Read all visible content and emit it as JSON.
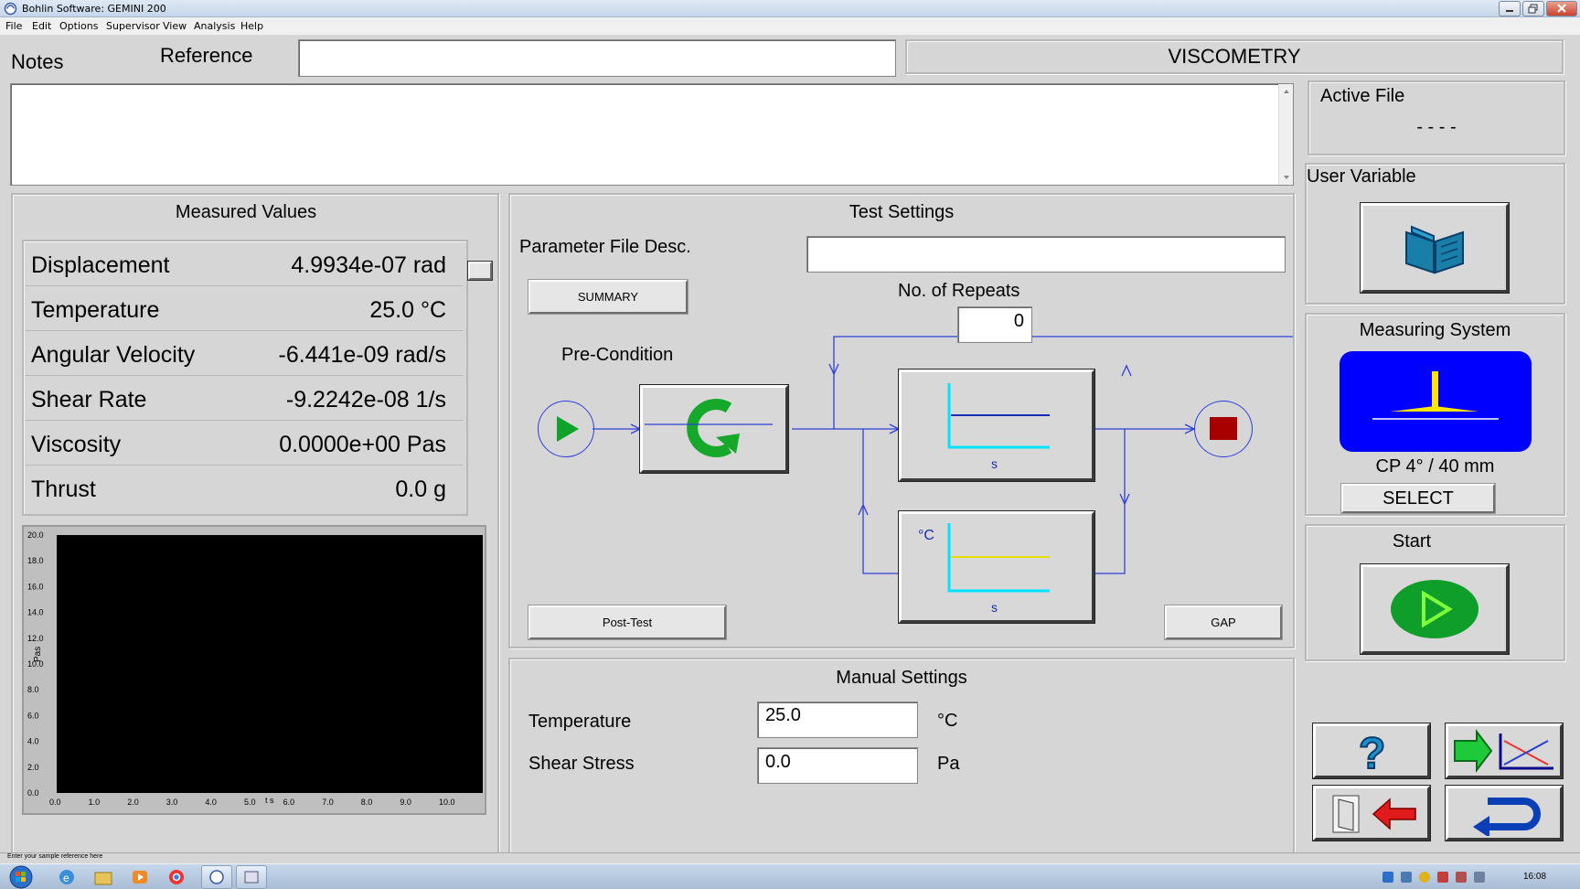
{
  "window": {
    "title": "Bohlin Software: GEMINI 200"
  },
  "menu": [
    "File",
    "Edit",
    "Options",
    "Supervisor",
    "View",
    "Analysis",
    "Help"
  ],
  "header": {
    "notes_label": "Notes",
    "reference_label": "Reference",
    "reference_value": "",
    "mode": "VISCOMETRY",
    "notes_value": ""
  },
  "measured_values": {
    "title": "Measured Values",
    "rows": [
      {
        "name": "Displacement",
        "value": "4.9934e-07 rad"
      },
      {
        "name": "Temperature",
        "value": "25.0 °C"
      },
      {
        "name": "Angular Velocity",
        "value": "-6.441e-09 rad/s"
      },
      {
        "name": "Shear Rate",
        "value": "-9.2242e-08 1/s"
      },
      {
        "name": "Viscosity",
        "value": "0.0000e+00 Pas"
      },
      {
        "name": "Thrust",
        "value": "0.0 g"
      }
    ]
  },
  "mini_chart": {
    "y_ticks": [
      "20.0",
      "18.0",
      "16.0",
      "14.0",
      "12.0",
      "10.0",
      "8.0",
      "6.0",
      "4.0",
      "2.0",
      "0.0"
    ],
    "x_ticks": [
      "0.0",
      "1.0",
      "2.0",
      "3.0",
      "4.0",
      "5.0",
      "6.0",
      "7.0",
      "8.0",
      "9.0",
      "10.0"
    ],
    "y_label": "Pas",
    "x_label": "t s"
  },
  "test_settings": {
    "title": "Test Settings",
    "param_desc_label": "Parameter File Desc.",
    "param_desc_value": "",
    "summary_button": "SUMMARY",
    "repeats_label": "No. of Repeats",
    "repeats_value": "0",
    "precondition_label": "Pre-Condition",
    "post_test_button": "Post-Test",
    "gap_button": "GAP",
    "step_unit": "s",
    "temp_step_unit": "°C"
  },
  "manual_settings": {
    "title": "Manual Settings",
    "temperature_label": "Temperature",
    "temperature_value": "25.0",
    "temperature_unit": "°C",
    "shear_stress_label": "Shear Stress",
    "shear_stress_value": "0.0",
    "shear_stress_unit": "Pa"
  },
  "right_panel": {
    "active_file_label": "Active File",
    "active_file_value": "- - - -",
    "user_variable_label": "User Variable",
    "measuring_system_label": "Measuring System",
    "measuring_system_value": "CP 4° / 40 mm",
    "select_button": "SELECT",
    "start_label": "Start"
  },
  "status": {
    "text": "Enter your sample reference here"
  },
  "taskbar": {
    "clock": "16:08"
  },
  "colors": {
    "accent_blue": "#0000ff",
    "cyan": "#00e5ff",
    "green": "#0fa32a",
    "stop_red": "#a80000",
    "flow_blue": "#2c3fd8"
  }
}
